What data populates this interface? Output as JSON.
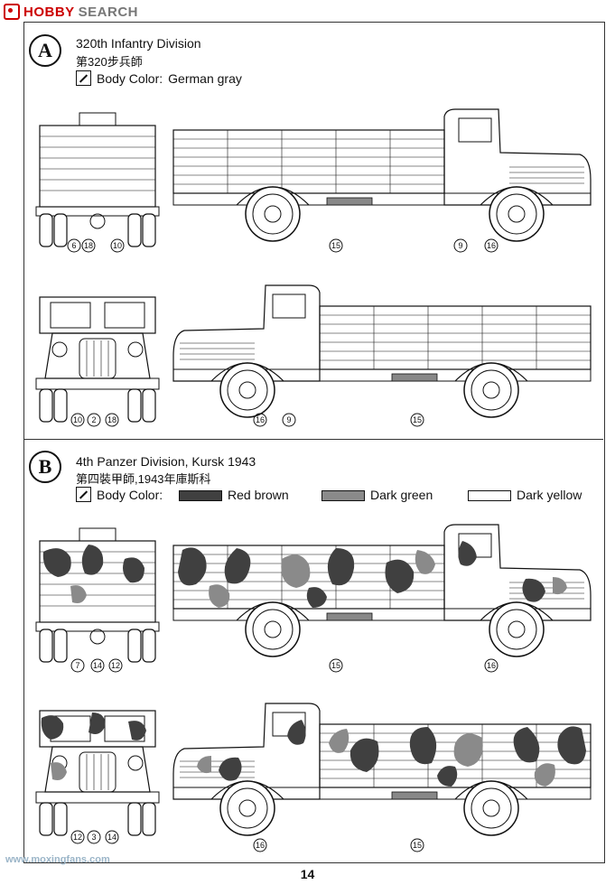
{
  "watermark": {
    "brand_part1": "HOBBY",
    "brand_part2": "SEARCH",
    "site": "www.moxingfans.com"
  },
  "sectionA": {
    "badge": "A",
    "title": "320th Infantry Division",
    "subtitle": "第320步兵師",
    "body_color_label": "Body Color:",
    "body_color_value": "German gray",
    "callouts_rear": [
      "6",
      "18",
      "10"
    ],
    "callouts_side1": [
      "15",
      "9",
      "16"
    ],
    "callouts_front": [
      "10",
      "2",
      "18"
    ],
    "callouts_side2": [
      "16",
      "9",
      "15"
    ]
  },
  "sectionB": {
    "badge": "B",
    "title": "4th Panzer Division, Kursk 1943",
    "subtitle": "第四裝甲師,1943年庫斯科",
    "body_color_label": "Body Color:",
    "colors": [
      {
        "name": "Red brown",
        "hex": "#404040"
      },
      {
        "name": "Dark green",
        "hex": "#8a8a8a"
      },
      {
        "name": "Dark yellow",
        "hex": "#ffffff"
      }
    ],
    "callouts_rear": [
      "7",
      "14",
      "12"
    ],
    "callouts_side1": [
      "15",
      "16"
    ],
    "callouts_front": [
      "12",
      "3",
      "14"
    ],
    "callouts_side2": [
      "16",
      "15"
    ]
  },
  "page_number": "14",
  "colors": {
    "line": "#111111",
    "camo_dark": "#404040",
    "camo_mid": "#8a8a8a",
    "camo_light": "#ffffff"
  }
}
